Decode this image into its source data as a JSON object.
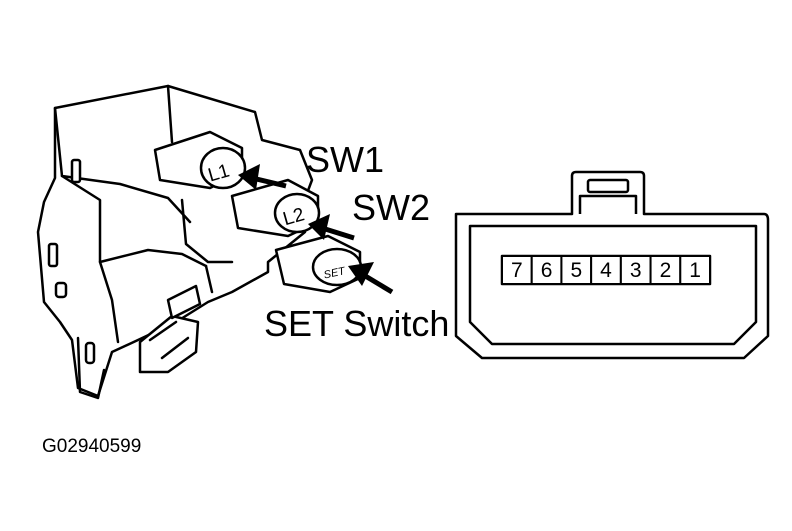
{
  "labels": {
    "sw1": "SW1",
    "sw2": "SW2",
    "set_switch": "SET Switch",
    "button_l1": "L1",
    "button_l2": "L2",
    "button_set": "SET",
    "figure_code": "G02940599"
  },
  "connector": {
    "pins": [
      "7",
      "6",
      "5",
      "4",
      "3",
      "2",
      "1"
    ]
  },
  "colors": {
    "line": "#000000",
    "background": "#ffffff"
  }
}
